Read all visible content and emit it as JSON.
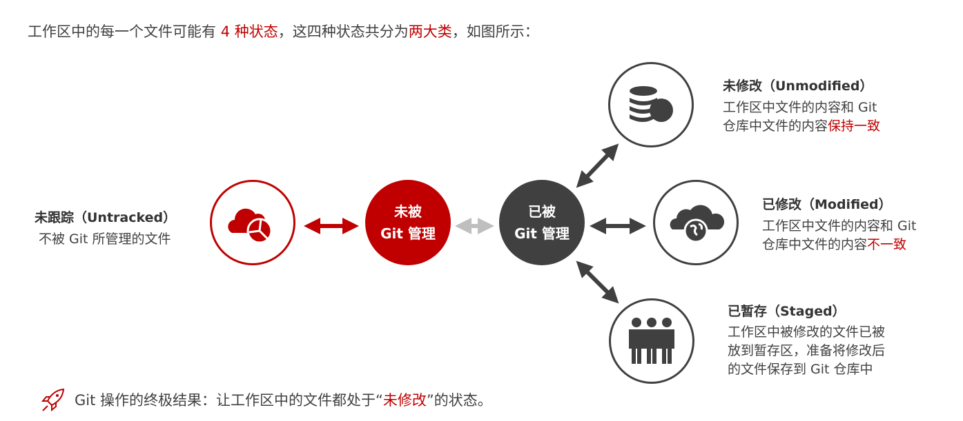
{
  "header": {
    "parts": [
      "工作区中的每一个文件可能有 ",
      "4 种状态",
      "，这四种状态共分为",
      "两大类",
      "，如图所示："
    ]
  },
  "untracked": {
    "title": "未跟踪（Untracked）",
    "desc": "不被 Git 所管理的文件"
  },
  "not_managed": {
    "line1": "未被",
    "line2": "Git 管理"
  },
  "managed": {
    "line1": "已被",
    "line2": "Git 管理"
  },
  "unmodified": {
    "title": "未修改（Unmodified）",
    "line1": "工作区中文件的内容和 Git",
    "line2_a": "仓库中文件的内容",
    "line2_b": "保持一致"
  },
  "modified": {
    "title": "已修改（Modified）",
    "line1": "工作区中文件的内容和 Git",
    "line2_a": "仓库中文件的内容",
    "line2_b": "不一致"
  },
  "staged": {
    "title": "已暂存（Staged）",
    "line1": "工作区中被修改的文件已被",
    "line2": "放到暂存区，准备将修改后",
    "line3": "的文件保存到 Git 仓库中"
  },
  "footer": {
    "a": "Git 操作的终极结果：让工作区中的文件都处于“",
    "b": "未修改",
    "c": "”的状态。"
  },
  "colors": {
    "red": "#c00000",
    "dark": "#404040",
    "gray": "#bfbfbf"
  }
}
